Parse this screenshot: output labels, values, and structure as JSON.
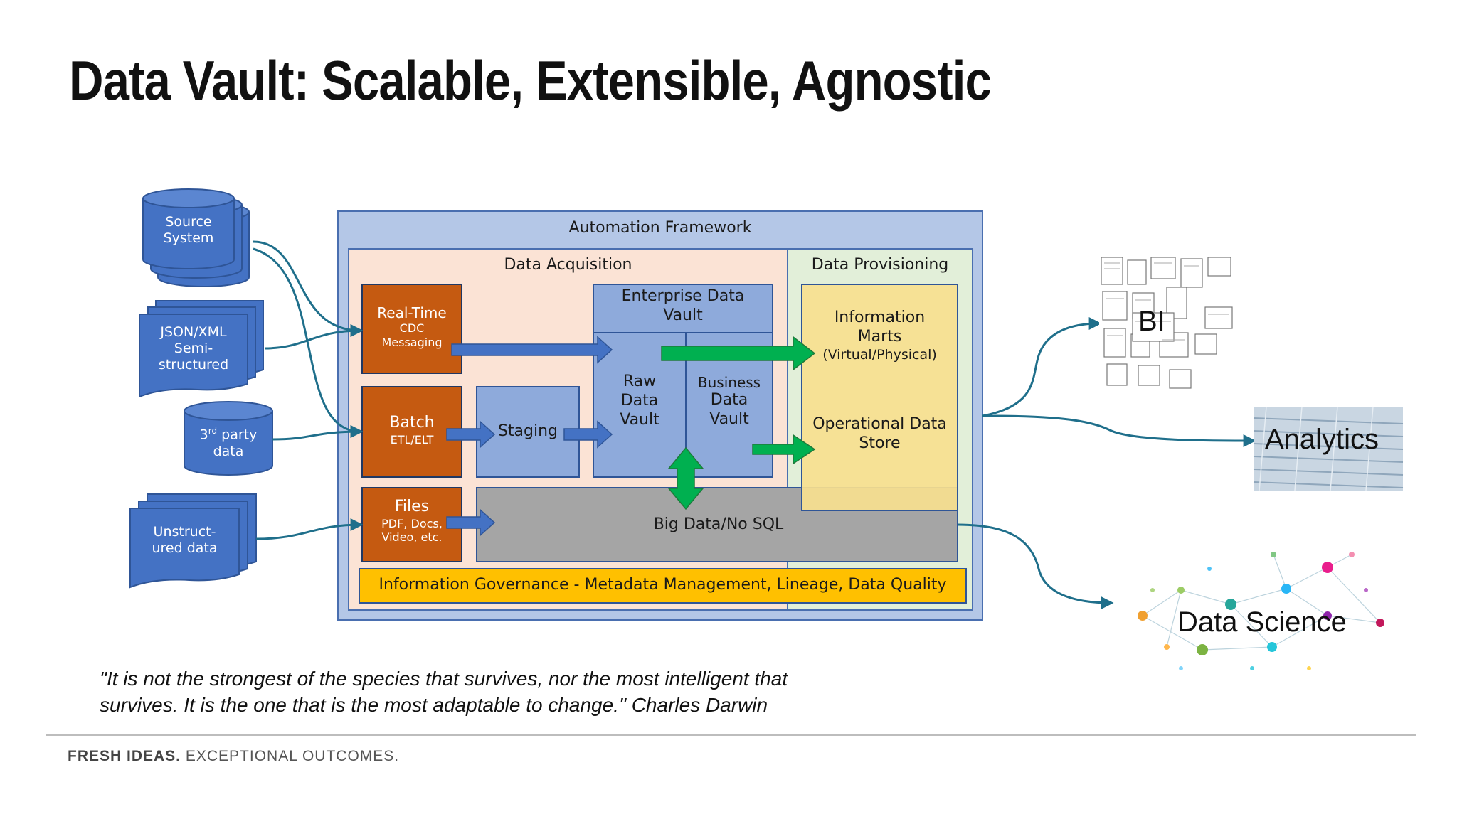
{
  "slide_title": "Data Vault: Scalable, Extensible, Agnostic",
  "sources": {
    "source_system": [
      "Source",
      "System"
    ],
    "json_xml": [
      "JSON/XML",
      "Semi-",
      "structured"
    ],
    "third_party": {
      "prefix": "3",
      "sup": "rd",
      "rest": " party",
      "line2": "data"
    },
    "unstructured": [
      "Unstruct-",
      "ured data"
    ]
  },
  "framework": {
    "automation": "Automation Framework",
    "acquisition": "Data Acquisition",
    "provisioning": "Data Provisioning",
    "realtime": {
      "title": "Real-Time",
      "sub1": "CDC",
      "sub2": "Messaging"
    },
    "batch": {
      "title": "Batch",
      "sub": "ETL/ELT"
    },
    "files": {
      "title": "Files",
      "sub1": "PDF, Docs,",
      "sub2": "Video, etc."
    },
    "staging": "Staging",
    "edv": [
      "Enterprise Data",
      "Vault"
    ],
    "raw_vault": [
      "Raw",
      "Data",
      "Vault"
    ],
    "business_vault": [
      "Business",
      "Data",
      "Vault"
    ],
    "marts": [
      "Information",
      "Marts",
      "(Virtual/Physical)"
    ],
    "ods": [
      "Operational Data",
      "Store"
    ],
    "bigdata": "Big Data/No SQL",
    "governance": "Information Governance - Metadata Management, Lineage, Data Quality"
  },
  "outputs": {
    "bi": "BI",
    "analytics": "Analytics",
    "data_science": "Data Science"
  },
  "quote": "\"It is not the strongest of the species that survives, nor the most intelligent that survives. It is the one that is the most adaptable to change.\" Charles Darwin",
  "footer": {
    "bold": "FRESH IDEAS.",
    "rest": " EXCEPTIONAL OUTCOMES."
  },
  "colors": {
    "outer_frame": "#b4c7e7",
    "acquisition": "#fbe3d5",
    "provisioning": "#e2efd9",
    "orange_box": "#c55a11",
    "blue_box": "#8eaadb",
    "marts": "#f7e08f",
    "bigdata": "#a5a5a5",
    "governance": "#ffc000",
    "blue_arrow": "#4472c4",
    "green_arrow": "#00b050",
    "connector": "#1f6f8b",
    "cylinder": "#4472c4"
  }
}
